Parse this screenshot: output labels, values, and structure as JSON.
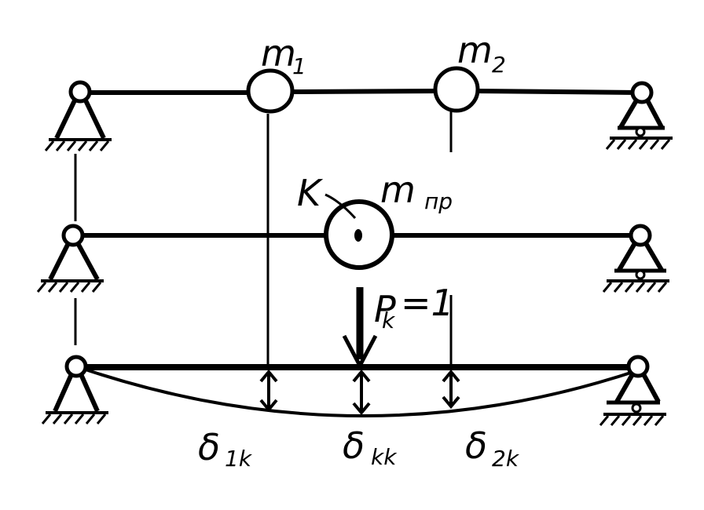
{
  "labels": {
    "m1": "m",
    "m1_sub": "1",
    "m2": "m",
    "m2_sub": "2",
    "k": "K",
    "mpr": "m",
    "mpr_sub": "пр",
    "pk": "P",
    "pk_sub": "k",
    "pk_eq": "=1",
    "d1k": "δ",
    "d1k_sub": "1k",
    "dkk": "δ",
    "dkk_sub": "kk",
    "d2k": "δ",
    "d2k_sub": "2k"
  },
  "colors": {
    "ink": "#000000",
    "background": "#ffffff"
  }
}
